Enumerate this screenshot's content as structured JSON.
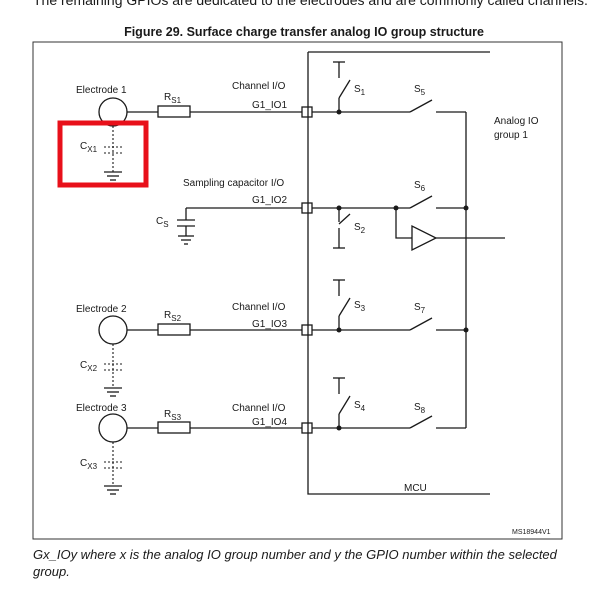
{
  "page": {
    "top_text": "The remaining GPIOs are dedicated to the electrodes and are commonly called channels.",
    "figure_title": "Figure 29. Surface charge transfer analog IO group structure",
    "caption": "Gx_IOy where x is the analog IO group number and y the GPIO number within the selected group."
  },
  "diagram": {
    "electrodes": [
      {
        "label": "Electrode 1",
        "resistor": "R",
        "resistor_sub": "S1",
        "cap": "C",
        "cap_sub": "X1",
        "channel_label": "Channel I/O",
        "io": "G1_IO1"
      },
      {
        "label": "Electrode 2",
        "resistor": "R",
        "resistor_sub": "S2",
        "cap": "C",
        "cap_sub": "X2",
        "channel_label": "Channel I/O",
        "io": "G1_IO3"
      },
      {
        "label": "Electrode 3",
        "resistor": "R",
        "resistor_sub": "S3",
        "cap": "C",
        "cap_sub": "X3",
        "channel_label": "Channel I/O",
        "io": "G1_IO4"
      }
    ],
    "sampling": {
      "label": "Sampling capacitor I/O",
      "io": "G1_IO2",
      "cap": "C",
      "cap_sub": "S"
    },
    "switches": [
      {
        "name": "S",
        "sub": "1"
      },
      {
        "name": "S",
        "sub": "2"
      },
      {
        "name": "S",
        "sub": "3"
      },
      {
        "name": "S",
        "sub": "4"
      },
      {
        "name": "S",
        "sub": "5"
      },
      {
        "name": "S",
        "sub": "6"
      },
      {
        "name": "S",
        "sub": "7"
      },
      {
        "name": "S",
        "sub": "8"
      }
    ],
    "analog_group": "Analog IO group 1",
    "analog_group_line1": "Analog IO",
    "analog_group_line2": "group 1",
    "mcu": "MCU",
    "ref": "MS18944V1",
    "highlight_color": "#e8101a"
  }
}
